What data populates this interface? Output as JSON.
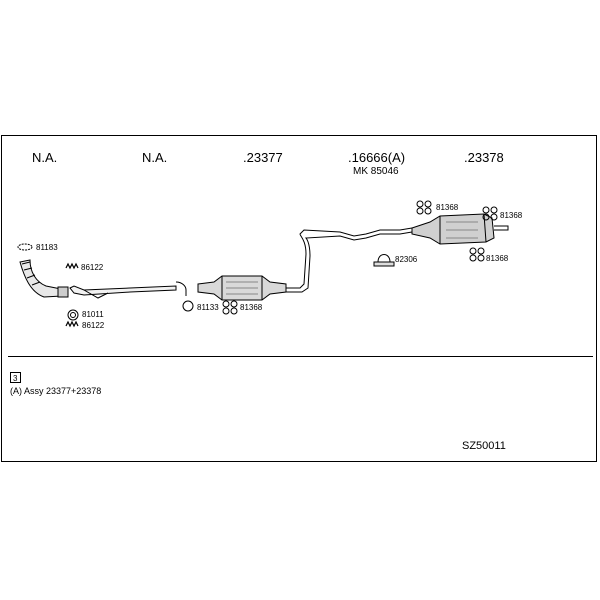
{
  "headers": [
    {
      "text": "N.A."
    },
    {
      "text": "N.A."
    },
    {
      "text": ".23377"
    },
    {
      "text": ".16666(A)"
    },
    {
      "text": ".23378"
    }
  ],
  "sub_label": "MK 85046",
  "part_labels": {
    "p81183": "81183",
    "p86122_top": "86122",
    "p81011": "81011",
    "p86122_bottom": "86122",
    "p81133": "81133",
    "p81368_mid": "81368",
    "p82306": "82306",
    "p81368_a": "81368",
    "p81368_b": "81368",
    "p81368_c": "81368"
  },
  "note_box": "3",
  "note": "(A) Assy 23377+23378",
  "diagram_code": "SZ50011"
}
